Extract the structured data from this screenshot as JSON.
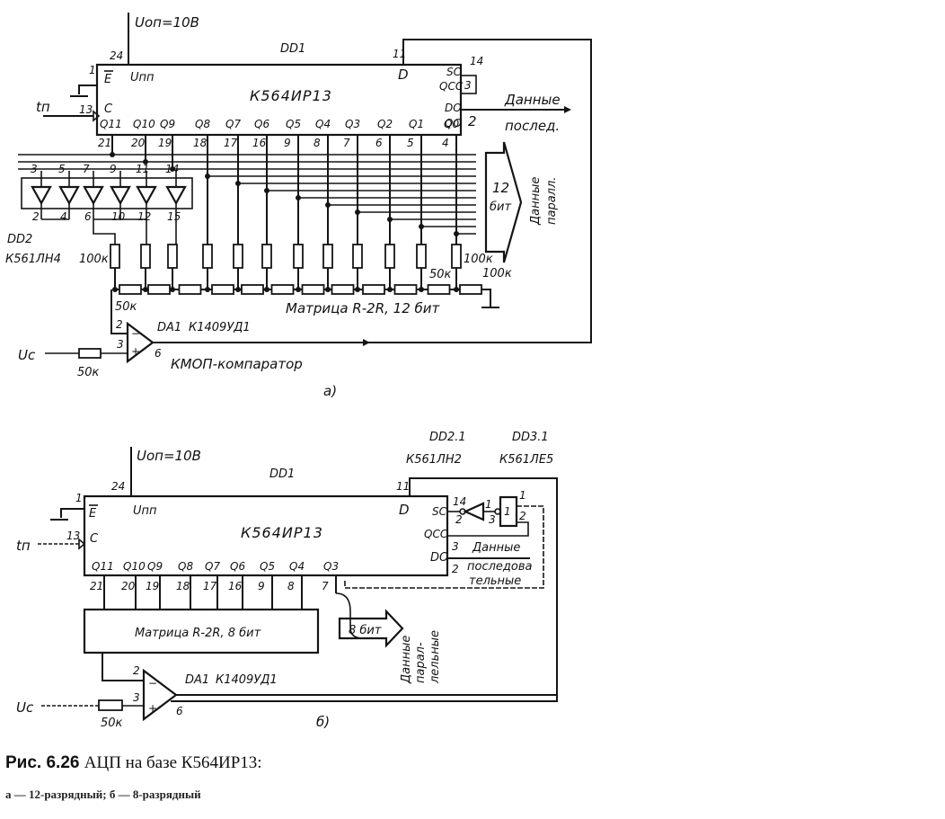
{
  "figure": {
    "caption_number": "Рис. 6.26",
    "caption_title": "АЦП на базе К564ИР13:",
    "caption_sub": "а — 12-разрядный; б — 8-разрядный"
  },
  "circuit_a": {
    "label": "а)",
    "supply": "Uоп=10В",
    "chip_ref": "DD1",
    "chip_type": "К564ИР13",
    "supply_pin_label": "Uпп",
    "supply_pin": "24",
    "enable_label": "E",
    "enable_pin": "1",
    "clock_label": "C",
    "clock_pin": "13",
    "clock_input": "tп",
    "data_label": "D",
    "data_pin": "11",
    "right_pins": [
      {
        "label": "SC",
        "pin": "14"
      },
      {
        "label": "QCC",
        "pin": "3"
      },
      {
        "label": "DO",
        "pin": ""
      },
      {
        "label": "QO",
        "pin": "2"
      }
    ],
    "outputs": [
      {
        "label": "Q11",
        "pin": "21"
      },
      {
        "label": "Q10",
        "pin": "20"
      },
      {
        "label": "Q9",
        "pin": "19"
      },
      {
        "label": "Q8",
        "pin": "18"
      },
      {
        "label": "Q7",
        "pin": "17"
      },
      {
        "label": "Q6",
        "pin": "16"
      },
      {
        "label": "Q5",
        "pin": "9"
      },
      {
        "label": "Q4",
        "pin": "8"
      },
      {
        "label": "Q3",
        "pin": "7"
      },
      {
        "label": "Q2",
        "pin": "6"
      },
      {
        "label": "Q1",
        "pin": "5"
      },
      {
        "label": "Q0",
        "pin": "4"
      }
    ],
    "serial_out_1": "Данные",
    "serial_out_2": "послед.",
    "parallel_bits": "12",
    "parallel_bits_unit": "бит",
    "parallel_out_1": "Данные",
    "parallel_out_2": "паралл.",
    "buffer_ref": "DD2",
    "buffer_type": "К561ЛН4",
    "buffer_top_pins": [
      "3",
      "5",
      "7",
      "9",
      "11",
      "14"
    ],
    "buffer_bottom_pins": [
      "2",
      "4",
      "6",
      "10",
      "12",
      "15"
    ],
    "r_100k": "100к",
    "r_50k": "50к",
    "r_100k_right": "100к",
    "r_100k_gnd": "100к",
    "r_50k_left": "50к",
    "matrix_label": "Матрица R-2R, 12 бит",
    "comp_ref": "DA1",
    "comp_type": "К1409УД1",
    "comp_inv_pin": "2",
    "comp_noninv_pin": "3",
    "comp_out_pin": "6",
    "comp_desc": "КМОП-компаратор",
    "input_label": "Uс",
    "input_res": "50к"
  },
  "circuit_b": {
    "label": "б)",
    "supply": "Uоп=10В",
    "chip_ref": "DD1",
    "chip_type": "К564ИР13",
    "supply_pin_label": "Uпп",
    "supply_pin": "24",
    "enable_label": "E",
    "enable_pin": "1",
    "clock_label": "C",
    "clock_pin": "13",
    "clock_input": "tп",
    "data_label": "D",
    "data_pin": "11",
    "right_pins": [
      {
        "label": "SC",
        "pin": "14"
      },
      {
        "label": "QCC",
        "pin": "3"
      },
      {
        "label": "DO",
        "pin": "2"
      }
    ],
    "outputs": [
      {
        "label": "Q11",
        "pin": "21"
      },
      {
        "label": "Q10",
        "pin": "20"
      },
      {
        "label": "Q9",
        "pin": "19"
      },
      {
        "label": "Q8",
        "pin": "18"
      },
      {
        "label": "Q7",
        "pin": "17"
      },
      {
        "label": "Q6",
        "pin": "16"
      },
      {
        "label": "Q5",
        "pin": "9"
      },
      {
        "label": "Q4",
        "pin": "8"
      },
      {
        "label": "Q3",
        "pin": "7"
      }
    ],
    "inv_ref": "DD2.1",
    "inv_type": "К561ЛН2",
    "inv_pins": [
      "2",
      "1"
    ],
    "gate_ref": "DD3.1",
    "gate_type": "К561ЛЕ5",
    "gate_pins": [
      "3",
      "1",
      "2"
    ],
    "gate_symbol": "1",
    "serial_out_1": "Данные",
    "serial_out_2": "последова",
    "serial_out_3": "тельные",
    "parallel_bits": "8 бит",
    "parallel_out_1": "Данные",
    "parallel_out_2": "парал-",
    "parallel_out_3": "лельные",
    "matrix_label": "Матрица R-2R, 8 бит",
    "comp_ref": "DA1",
    "comp_type": "К1409УД1",
    "comp_inv_pin": "2",
    "comp_noninv_pin": "3",
    "comp_out_pin": "6",
    "input_label": "Uс",
    "input_res": "50к"
  }
}
